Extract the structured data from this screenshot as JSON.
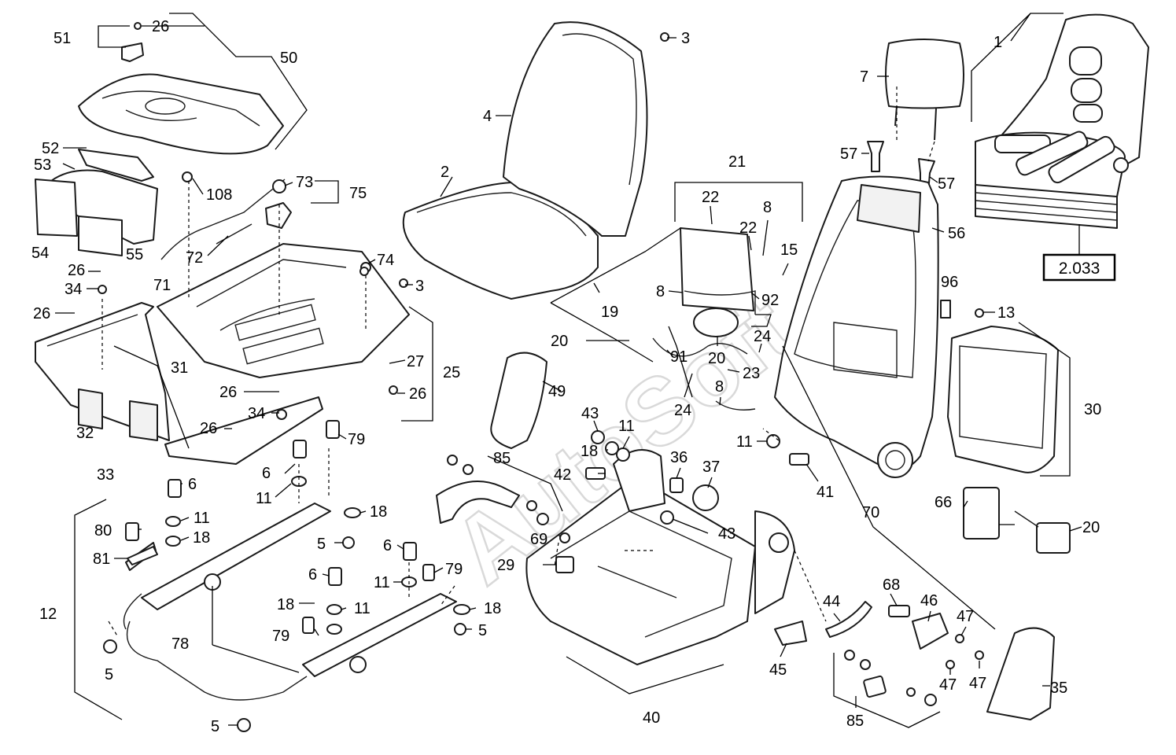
{
  "diagram": {
    "watermark": "AutoSoft",
    "reference_box": "2.033",
    "callouts": [
      {
        "id": "c1",
        "text": "1"
      },
      {
        "id": "c2",
        "text": "2"
      },
      {
        "id": "c3a",
        "text": "3"
      },
      {
        "id": "c3b",
        "text": "3"
      },
      {
        "id": "c4",
        "text": "4"
      },
      {
        "id": "c5a",
        "text": "5"
      },
      {
        "id": "c5b",
        "text": "5"
      },
      {
        "id": "c5c",
        "text": "5"
      },
      {
        "id": "c5d",
        "text": "5"
      },
      {
        "id": "c6a",
        "text": "6"
      },
      {
        "id": "c6b",
        "text": "6"
      },
      {
        "id": "c6c",
        "text": "6"
      },
      {
        "id": "c6d",
        "text": "6"
      },
      {
        "id": "c7",
        "text": "7"
      },
      {
        "id": "c8a",
        "text": "8"
      },
      {
        "id": "c8b",
        "text": "8"
      },
      {
        "id": "c8c",
        "text": "8"
      },
      {
        "id": "c11a",
        "text": "11"
      },
      {
        "id": "c11b",
        "text": "11"
      },
      {
        "id": "c11c",
        "text": "11"
      },
      {
        "id": "c11d",
        "text": "11"
      },
      {
        "id": "c11e",
        "text": "11"
      },
      {
        "id": "c11f",
        "text": "11"
      },
      {
        "id": "c12",
        "text": "12"
      },
      {
        "id": "c13",
        "text": "13"
      },
      {
        "id": "c15",
        "text": "15"
      },
      {
        "id": "c18a",
        "text": "18"
      },
      {
        "id": "c18b",
        "text": "18"
      },
      {
        "id": "c18c",
        "text": "18"
      },
      {
        "id": "c18d",
        "text": "18"
      },
      {
        "id": "c18e",
        "text": "18"
      },
      {
        "id": "c19",
        "text": "19"
      },
      {
        "id": "c20a",
        "text": "20"
      },
      {
        "id": "c20b",
        "text": "20"
      },
      {
        "id": "c20c",
        "text": "20"
      },
      {
        "id": "c21",
        "text": "21"
      },
      {
        "id": "c22a",
        "text": "22"
      },
      {
        "id": "c22b",
        "text": "22"
      },
      {
        "id": "c23",
        "text": "23"
      },
      {
        "id": "c24a",
        "text": "24"
      },
      {
        "id": "c24b",
        "text": "24"
      },
      {
        "id": "c25",
        "text": "25"
      },
      {
        "id": "c26a",
        "text": "26"
      },
      {
        "id": "c26b",
        "text": "26"
      },
      {
        "id": "c26c",
        "text": "26"
      },
      {
        "id": "c26d",
        "text": "26"
      },
      {
        "id": "c26e",
        "text": "26"
      },
      {
        "id": "c26f",
        "text": "26"
      },
      {
        "id": "c27",
        "text": "27"
      },
      {
        "id": "c29",
        "text": "29"
      },
      {
        "id": "c30",
        "text": "30"
      },
      {
        "id": "c31",
        "text": "31"
      },
      {
        "id": "c32",
        "text": "32"
      },
      {
        "id": "c33",
        "text": "33"
      },
      {
        "id": "c34a",
        "text": "34"
      },
      {
        "id": "c34b",
        "text": "34"
      },
      {
        "id": "c35",
        "text": "35"
      },
      {
        "id": "c36",
        "text": "36"
      },
      {
        "id": "c37",
        "text": "37"
      },
      {
        "id": "c40",
        "text": "40"
      },
      {
        "id": "c41",
        "text": "41"
      },
      {
        "id": "c42",
        "text": "42"
      },
      {
        "id": "c43a",
        "text": "43"
      },
      {
        "id": "c43b",
        "text": "43"
      },
      {
        "id": "c44",
        "text": "44"
      },
      {
        "id": "c45",
        "text": "45"
      },
      {
        "id": "c46",
        "text": "46"
      },
      {
        "id": "c47a",
        "text": "47"
      },
      {
        "id": "c47b",
        "text": "47"
      },
      {
        "id": "c47c",
        "text": "47"
      },
      {
        "id": "c49",
        "text": "49"
      },
      {
        "id": "c50",
        "text": "50"
      },
      {
        "id": "c51",
        "text": "51"
      },
      {
        "id": "c52",
        "text": "52"
      },
      {
        "id": "c53",
        "text": "53"
      },
      {
        "id": "c54",
        "text": "54"
      },
      {
        "id": "c55",
        "text": "55"
      },
      {
        "id": "c56",
        "text": "56"
      },
      {
        "id": "c57a",
        "text": "57"
      },
      {
        "id": "c57b",
        "text": "57"
      },
      {
        "id": "c66",
        "text": "66"
      },
      {
        "id": "c68",
        "text": "68"
      },
      {
        "id": "c69",
        "text": "69"
      },
      {
        "id": "c70",
        "text": "70"
      },
      {
        "id": "c71",
        "text": "71"
      },
      {
        "id": "c72",
        "text": "72"
      },
      {
        "id": "c73",
        "text": "73"
      },
      {
        "id": "c74",
        "text": "74"
      },
      {
        "id": "c75",
        "text": "75"
      },
      {
        "id": "c78",
        "text": "78"
      },
      {
        "id": "c79a",
        "text": "79"
      },
      {
        "id": "c79b",
        "text": "79"
      },
      {
        "id": "c79c",
        "text": "79"
      },
      {
        "id": "c80",
        "text": "80"
      },
      {
        "id": "c81",
        "text": "81"
      },
      {
        "id": "c85a",
        "text": "85"
      },
      {
        "id": "c85b",
        "text": "85"
      },
      {
        "id": "c91",
        "text": "91"
      },
      {
        "id": "c92",
        "text": "92"
      },
      {
        "id": "c96",
        "text": "96"
      },
      {
        "id": "c108",
        "text": "108"
      }
    ]
  }
}
